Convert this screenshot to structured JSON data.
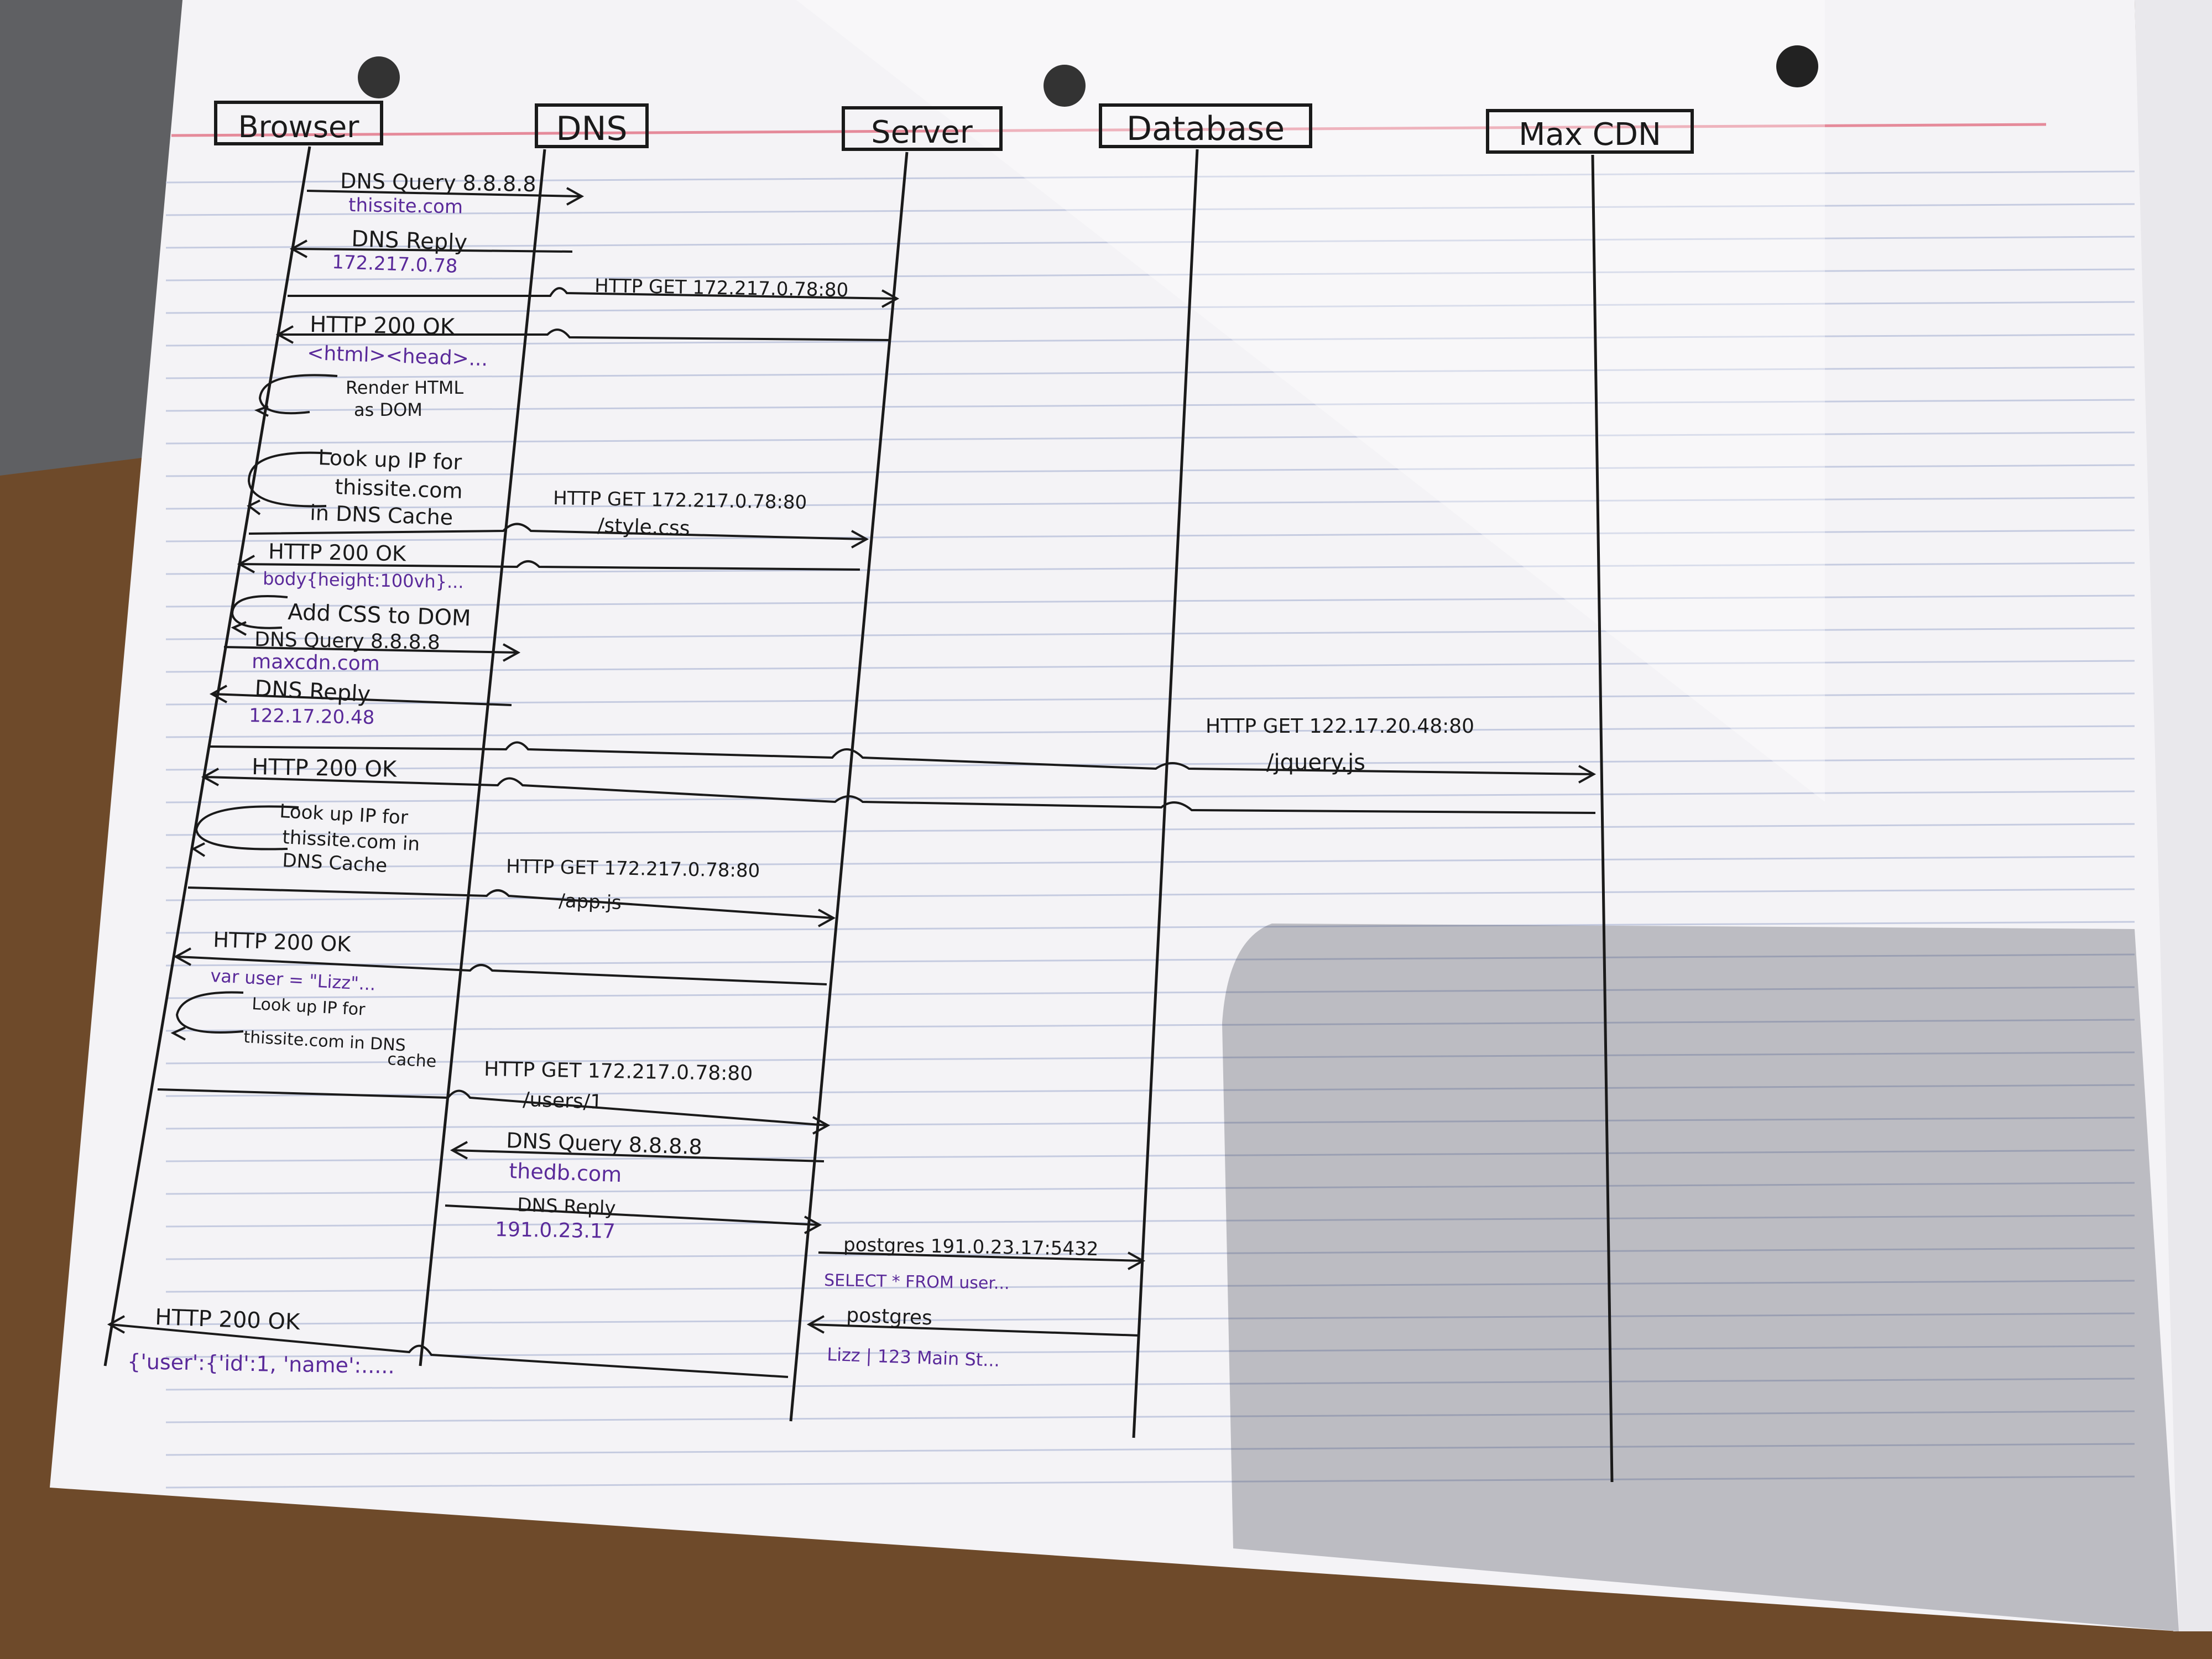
{
  "participants": [
    "Browser",
    "DNS",
    "Server",
    "Database",
    "Max CDN"
  ],
  "messages": {
    "dns_query_1": {
      "label": "DNS Query 8.8.8.8",
      "detail": "thissite.com"
    },
    "dns_reply_1": {
      "label": "DNS Reply",
      "detail": "172.217.0.78"
    },
    "http_get_1": {
      "label": "HTTP GET 172.217.0.78:80"
    },
    "http_ok_1": {
      "label": "HTTP 200 OK",
      "detail": "<html><head>..."
    },
    "self_render": {
      "line1": "Render HTML",
      "line2": "as DOM"
    },
    "self_lookup_1": {
      "line1": "Look up IP for",
      "line2": "thissite.com",
      "line3": "in DNS Cache"
    },
    "http_get_2": {
      "label": "HTTP GET 172.217.0.78:80",
      "detail": "/style.css"
    },
    "http_ok_2": {
      "label": "HTTP 200 OK",
      "detail": "body{height:100vh}..."
    },
    "self_css": {
      "line1": "Add CSS to DOM"
    },
    "dns_query_2": {
      "label": "DNS Query 8.8.8.8",
      "detail": "maxcdn.com"
    },
    "dns_reply_2": {
      "label": "DNS Reply",
      "detail": "122.17.20.48"
    },
    "http_get_3": {
      "label": "HTTP GET 122.17.20.48:80",
      "detail": "/jquery.js"
    },
    "http_ok_3": {
      "label": "HTTP 200 OK"
    },
    "self_lookup_2": {
      "line1": "Look up IP for",
      "line2": "thissite.com in",
      "line3": "DNS Cache"
    },
    "http_get_4": {
      "label": "HTTP GET 172.217.0.78:80",
      "detail": "/app.js"
    },
    "http_ok_4": {
      "label": "HTTP 200 OK",
      "detail": "var user = \"Lizz\"..."
    },
    "self_lookup_3": {
      "line1": "Look up IP for",
      "line2": "thissite.com in DNS",
      "line3": "cache"
    },
    "http_get_5": {
      "label": "HTTP GET 172.217.0.78:80",
      "detail": "/users/1"
    },
    "dns_query_3": {
      "label": "DNS Query 8.8.8.8",
      "detail": "thedb.com"
    },
    "dns_reply_3": {
      "label": "DNS Reply",
      "detail": "191.0.23.17"
    },
    "pg_query": {
      "label": "postgres 191.0.23.17:5432",
      "detail": "SELECT * FROM user..."
    },
    "pg_reply": {
      "label": "postgres",
      "detail": "Lizz | 123 Main St..."
    },
    "http_ok_5": {
      "label": "HTTP 200 OK",
      "detail": "{'user':{'id':1, 'name':....."
    }
  },
  "colors": {
    "ink": "#1a1a1a",
    "purple_ink": "#5a2a9a",
    "paper": "#f4f3f6",
    "margin_line": "#e58a9a",
    "rule_line": "#c5cbe0",
    "table": "#6e4a2a"
  }
}
